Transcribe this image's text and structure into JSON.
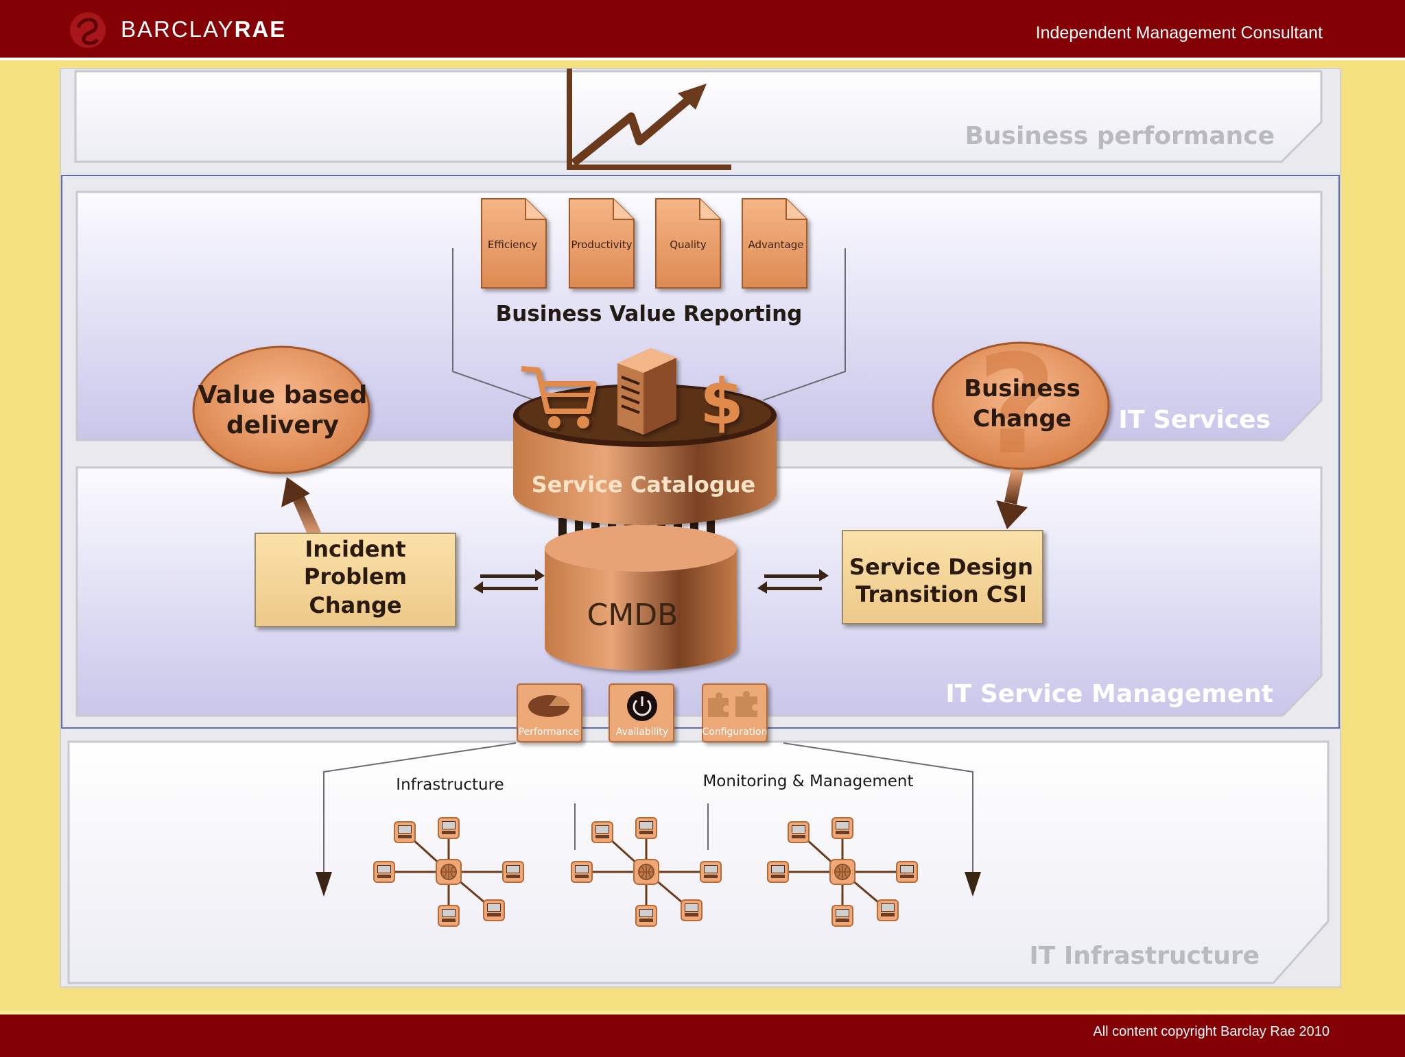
{
  "header": {
    "brand_left": "BARCLAY",
    "brand_right": "RAE",
    "tagline": "Independent Management Consultant",
    "colors": {
      "bar": "#830004",
      "page": "#f4e07e"
    }
  },
  "footer": {
    "copyright": "All content copyright Barclay Rae 2010"
  },
  "layers": {
    "business_performance": "Business performance",
    "it_services": "IT Services",
    "it_service_management": "IT Service Management",
    "it_infrastructure": "IT Infrastructure"
  },
  "reports": {
    "title": "Business Value Reporting",
    "items": [
      "Efficiency",
      "Productivity",
      "Quality",
      "Advantage"
    ]
  },
  "service_catalogue": "Service Catalogue",
  "cmdb": "CMDB",
  "value_delivery": {
    "line1": "Value based",
    "line2": "delivery"
  },
  "business_change": {
    "line1": "Business",
    "line2": "Change"
  },
  "incident_box": {
    "line1": "Incident",
    "line2": "Problem",
    "line3": "Change"
  },
  "design_box": {
    "line1": "Service Design",
    "line2": "Transition CSI"
  },
  "tools": [
    "Performance",
    "Availability",
    "Configuration"
  ],
  "infrastructure_label": "Infrastructure",
  "monitoring_label": "Monitoring & Management",
  "icons": [
    "logo-swirl",
    "rising-chart",
    "shopping-cart",
    "server",
    "dollar",
    "pie-chart",
    "power",
    "puzzle",
    "computer",
    "globe"
  ],
  "accent_color": "#e08a4c"
}
